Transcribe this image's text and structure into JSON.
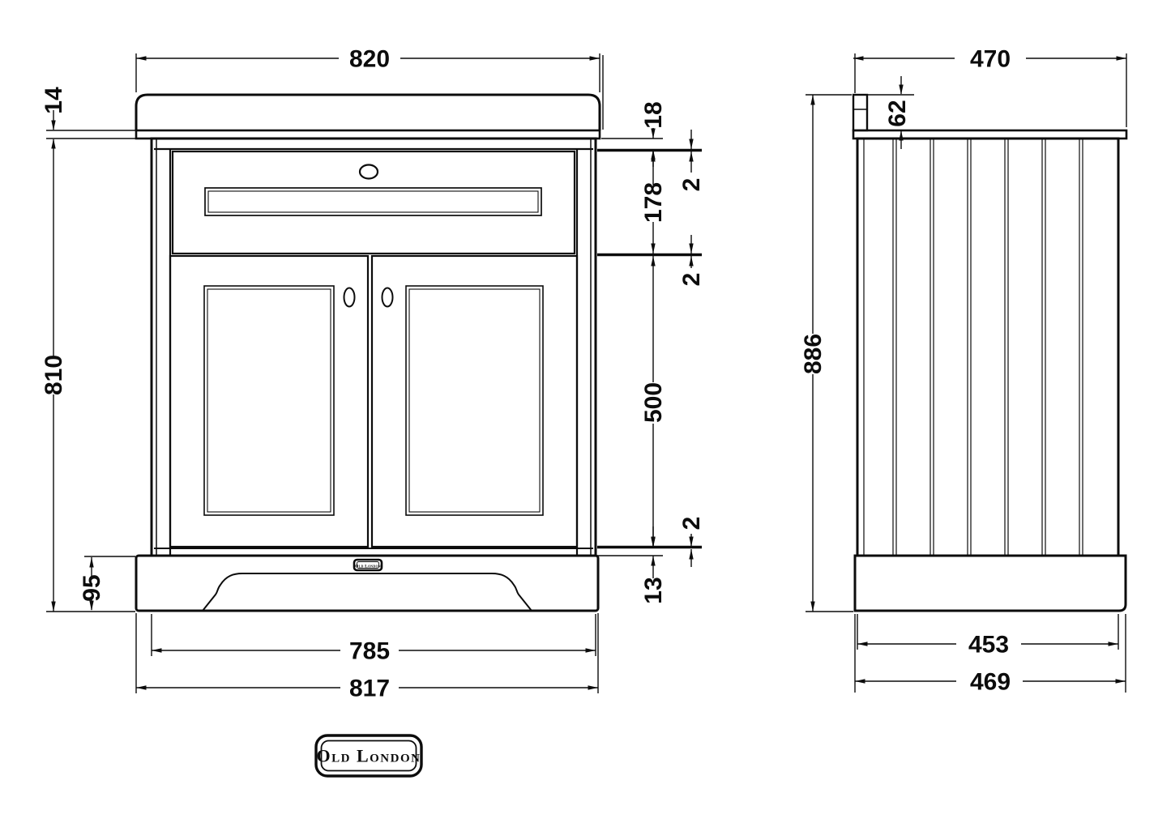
{
  "drawing": {
    "brand_badge_text": "Old London",
    "logo_text": "Old London",
    "front_view": {
      "top_width": "820",
      "worktop_thickness": "14",
      "unit_height": "810",
      "plinth_height": "95",
      "top_rail": "18",
      "gap_top": "2",
      "drawer_height": "178",
      "gap_mid": "2",
      "door_height": "500",
      "gap_bottom": "2",
      "bottom_rail": "13",
      "carcass_width": "785",
      "plinth_width": "817"
    },
    "side_view": {
      "top_depth": "470",
      "upstand_height": "62",
      "total_height": "886",
      "carcass_depth": "453",
      "plinth_depth": "469"
    }
  }
}
